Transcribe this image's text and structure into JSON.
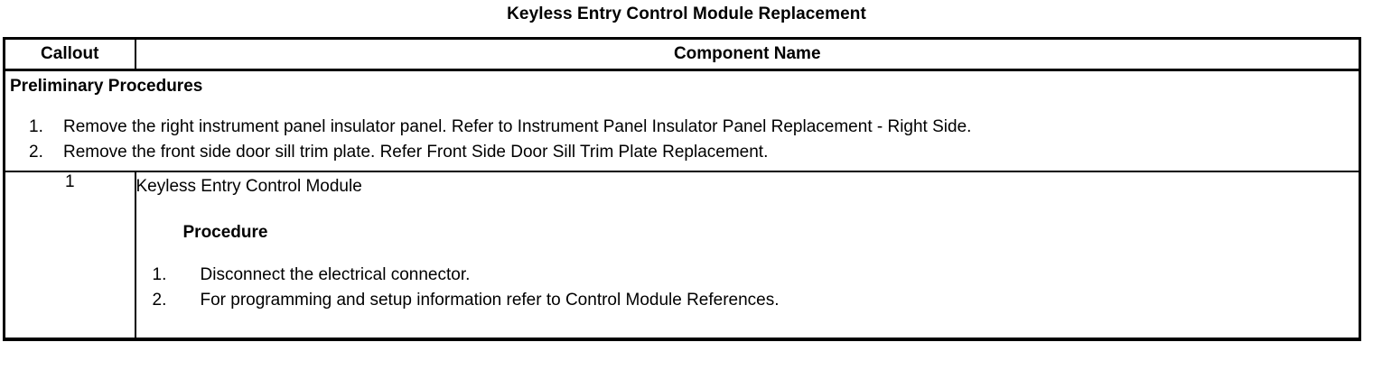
{
  "document": {
    "title": "Keyless Entry Control Module Replacement"
  },
  "table": {
    "headers": {
      "callout": "Callout",
      "component_name": "Component Name"
    },
    "preliminary": {
      "heading": "Preliminary Procedures",
      "steps": [
        {
          "num": "1.",
          "text": "Remove the right instrument panel insulator panel. Refer to Instrument Panel Insulator Panel Replacement - Right Side."
        },
        {
          "num": "2.",
          "text": "Remove the front side door sill trim plate. Refer Front Side Door Sill Trim Plate Replacement."
        }
      ]
    },
    "rows": [
      {
        "callout": "1",
        "component_name": "Keyless Entry Control Module",
        "procedure_heading": "Procedure",
        "steps": [
          {
            "num": "1.",
            "text": "Disconnect the electrical connector."
          },
          {
            "num": "2.",
            "text": "For programming and setup information refer to Control Module References."
          }
        ]
      }
    ]
  },
  "colors": {
    "text": "#000000",
    "background": "#ffffff",
    "border": "#000000"
  }
}
